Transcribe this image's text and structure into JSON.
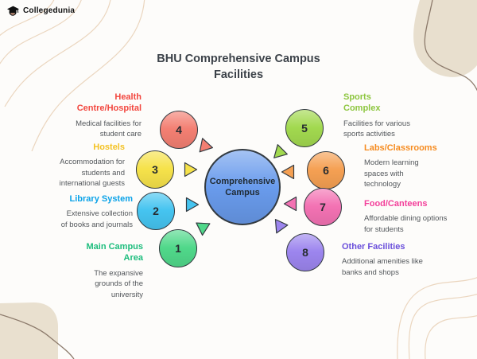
{
  "brand": {
    "name": "Collegedunia"
  },
  "icons": {
    "logo": "graduate-cap-icon",
    "connector": "triangle-arrow-icon"
  },
  "title": "BHU Comprehensive Campus Facilities",
  "center": {
    "label": "Comprehensive Campus",
    "color": "#699BEC"
  },
  "facilities": [
    {
      "number": "1",
      "title": "Main Campus Area",
      "description": "The expansive grounds of the university",
      "color": "#50D88A",
      "title_color": "#1DBD7D"
    },
    {
      "number": "2",
      "title": "Library System",
      "description": "Extensive collection of books and journals",
      "color": "#45C4F0",
      "title_color": "#0AA2E8"
    },
    {
      "number": "3",
      "title": "Hostels",
      "description": "Accommodation for students and international guests",
      "color": "#F6E24A",
      "title_color": "#F4C223"
    },
    {
      "number": "4",
      "title": "Health Centre/Hospital",
      "description": "Medical facilities for student care",
      "color": "#F37F72",
      "title_color": "#F2473F"
    },
    {
      "number": "5",
      "title": "Sports Complex",
      "description": "Facilities for various sports activities",
      "color": "#A2D94F",
      "title_color": "#8DC63F"
    },
    {
      "number": "6",
      "title": "Labs/Classrooms",
      "description": "Modern learning spaces with technology",
      "color": "#F5A053",
      "title_color": "#F68B1F"
    },
    {
      "number": "7",
      "title": "Food/Canteens",
      "description": "Affordable dining options for students",
      "color": "#F372B3",
      "title_color": "#F33F9A"
    },
    {
      "number": "8",
      "title": "Other Facilities",
      "description": "Additional amenities like banks and shops",
      "color": "#9C85EE",
      "title_color": "#6A4FDB"
    }
  ]
}
